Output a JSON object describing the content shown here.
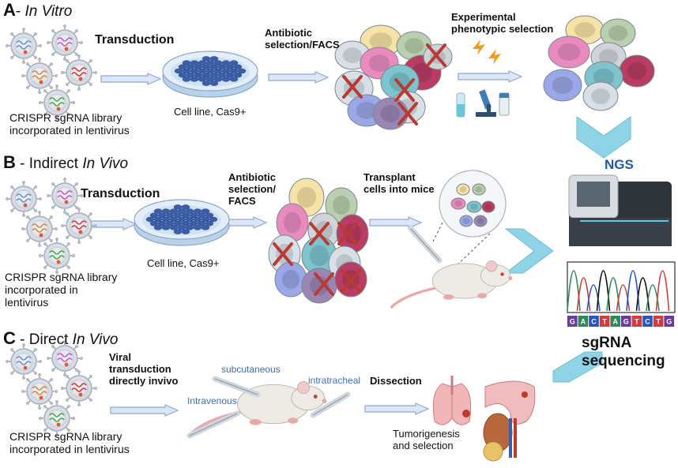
{
  "sections": {
    "a": {
      "letter": "A",
      "dash": "- ",
      "title": "In Vitro"
    },
    "b": {
      "letter": "B",
      "dash": " - Indirect ",
      "title": "In Vivo"
    },
    "c": {
      "letter": "C",
      "dash": " - Direct ",
      "title": "In Vivo"
    }
  },
  "library_label": "CRISPR sgRNA library\nincorporated in lentivirus",
  "library_label_b": "CRISPR sgRNA library\nincorporated in\nlentivirus",
  "transduction": "Transduction",
  "cell_line": "Cell line, Cas9+",
  "antibiotic_a": "Antibiotic\nselection/FACS",
  "antibiotic_b": "Antibiotic\nselection/\nFACS",
  "experimental": "Experimental\nphenotypic selection",
  "transplant": "Transplant\ncells into mice",
  "viral": "Viral\ntransduction\ndirectly invivo",
  "routes": {
    "subcutaneous": "subcutaneous",
    "intravenous": "Intravenous",
    "intratracheal": "intratracheal"
  },
  "dissection": "Dissection",
  "tumorigenesis": "Tumorigenesis\nand selection",
  "ngs": "NGS",
  "sgrna_seq": "sgRNA\nsequencing",
  "bases": [
    "G",
    "A",
    "C",
    "T",
    "A",
    "G",
    "T",
    "C",
    "T",
    "G"
  ],
  "colors": {
    "arrow_fill": "#dce6f5",
    "arrow_stroke": "#8ea9d3",
    "chevron": "#8fd3e6",
    "cross": "#c0392b",
    "dish": "#c9dff2",
    "cell_dot": "#3a5fa8"
  }
}
